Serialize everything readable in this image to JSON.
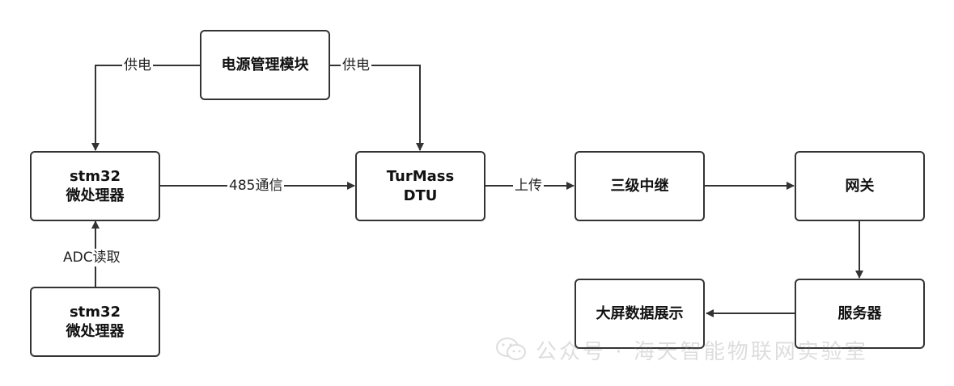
{
  "nodes": {
    "power": "电源管理模块",
    "mcu_top": [
      "stm32",
      "微处理器"
    ],
    "mcu_bottom": [
      "stm32",
      "微处理器"
    ],
    "dtu": [
      "TurMass",
      "DTU"
    ],
    "relay": "三级中继",
    "gateway": "网关",
    "server": "服务器",
    "display": "大屏数据展示"
  },
  "edges": {
    "supply_left": "供电",
    "supply_right": "供电",
    "comm_485": "485通信",
    "upload": "上传",
    "adc_read": "ADC读取"
  },
  "watermark": {
    "icon": "wechat-icon",
    "text": "公众号 · 海天智能物联网实验室"
  },
  "colors": {
    "stroke": "#333333",
    "background": "#ffffff"
  }
}
